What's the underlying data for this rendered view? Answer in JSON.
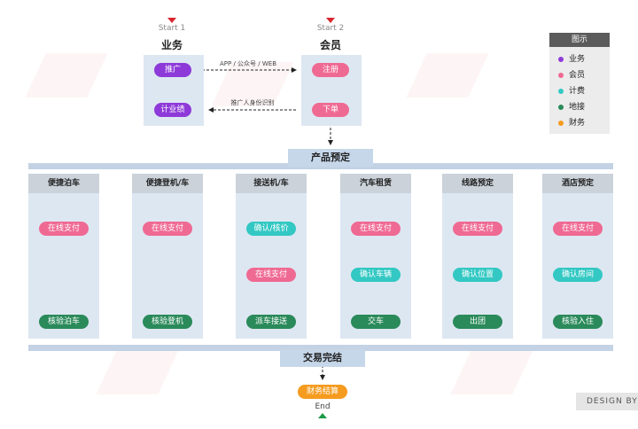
{
  "top": {
    "start1": "Start 1",
    "start2": "Start 2",
    "business_title": "业务",
    "member_title": "会员",
    "promote": "推广",
    "performance": "计业绩",
    "register": "注册",
    "order": "下单",
    "edge_app": "APP / 公众号 / WEB",
    "edge_identify": "推广人身份识别"
  },
  "legend": {
    "title": "图示",
    "items": [
      {
        "label": "业务",
        "color": "#8e3ad9"
      },
      {
        "label": "会员",
        "color": "#ef6a93"
      },
      {
        "label": "计费",
        "color": "#33c8c3"
      },
      {
        "label": "地接",
        "color": "#2a8a5a"
      },
      {
        "label": "财务",
        "color": "#f59b1f"
      }
    ]
  },
  "product_band": "产品预定",
  "columns": [
    {
      "title": "便捷泊车",
      "steps": [
        {
          "text": "在线支付",
          "color": "pink"
        },
        {
          "text": "核验泊车",
          "color": "green"
        }
      ]
    },
    {
      "title": "便捷登机/车",
      "steps": [
        {
          "text": "在线支付",
          "color": "pink"
        },
        {
          "text": "核验登机",
          "color": "green"
        }
      ]
    },
    {
      "title": "接送机/车",
      "steps": [
        {
          "text": "确认/核价",
          "color": "teal"
        },
        {
          "text": "在线支付",
          "color": "pink"
        },
        {
          "text": "派车接送",
          "color": "green"
        }
      ]
    },
    {
      "title": "汽车租赁",
      "steps": [
        {
          "text": "在线支付",
          "color": "pink"
        },
        {
          "text": "确认车辆",
          "color": "teal"
        },
        {
          "text": "交车",
          "color": "green"
        }
      ]
    },
    {
      "title": "线路预定",
      "steps": [
        {
          "text": "在线支付",
          "color": "pink"
        },
        {
          "text": "确认位置",
          "color": "teal"
        },
        {
          "text": "出团",
          "color": "green"
        }
      ]
    },
    {
      "title": "酒店预定",
      "steps": [
        {
          "text": "在线支付",
          "color": "pink"
        },
        {
          "text": "确认房间",
          "color": "teal"
        },
        {
          "text": "核验入住",
          "color": "green"
        }
      ]
    }
  ],
  "trade_band": "交易完结",
  "settlement": "财务结算",
  "end_label": "End",
  "credit": "DESIGN BY :"
}
